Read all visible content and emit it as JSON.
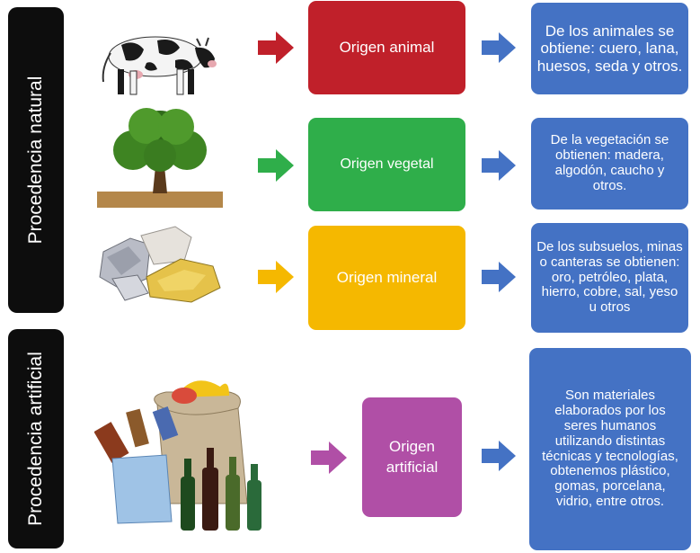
{
  "side_labels": {
    "natural": "Procedencia natural",
    "artificial": "Procedencia artificial"
  },
  "rows": [
    {
      "id": "animal",
      "origin": "Origen animal",
      "color": "#c0202a",
      "arrow_color": "#c0202a",
      "desc": "De los animales se obtiene: cuero, lana, huesos, seda y otros.",
      "icon": "cow-image"
    },
    {
      "id": "vegetal",
      "origin": "Origen vegetal",
      "color": "#2fae4a",
      "arrow_color": "#2fae4a",
      "desc": "De la vegetación se obtienen: madera, algodón, caucho y otros.",
      "icon": "tree-image"
    },
    {
      "id": "mineral",
      "origin": "Origen mineral",
      "color": "#f5b800",
      "arrow_color": "#f5b800",
      "desc": "De los subsuelos, minas o canteras se obtienen: oro, petróleo, plata, hierro, cobre, sal, yeso u otros",
      "icon": "rocks-image"
    },
    {
      "id": "artificial",
      "origin": "Origen artificial",
      "color": "#b04fa6",
      "arrow_color": "#b04fa6",
      "desc": "Son materiales elaborados por los seres humanos utilizando distintas técnicas y tecnologías, obtenemos plástico, gomas, porcelana, vidrio, entre otros.",
      "icon": "waste-image"
    }
  ],
  "colors": {
    "desc_box": "#4472c4",
    "side_bar": "#0d0d0d"
  }
}
